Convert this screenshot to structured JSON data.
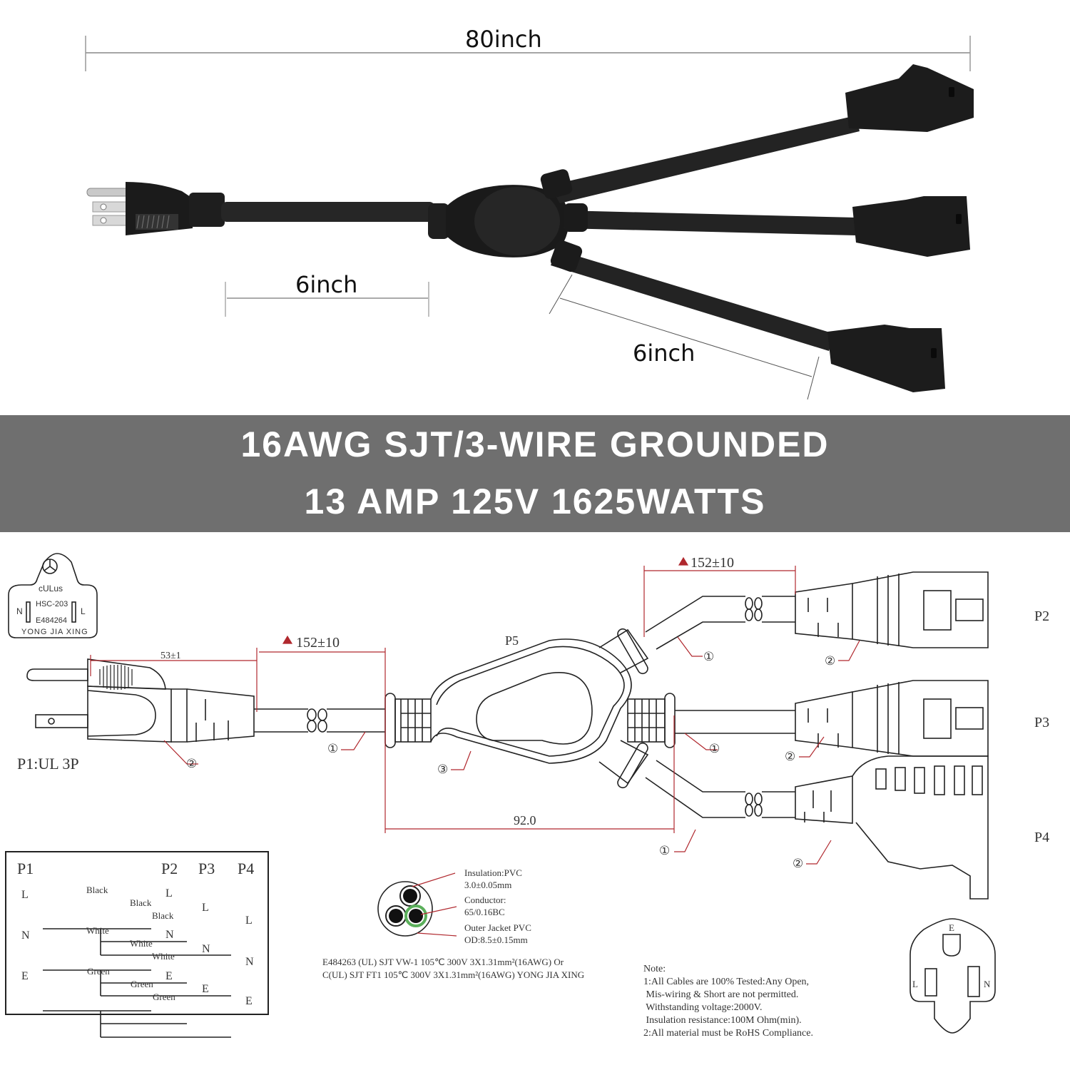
{
  "photo": {
    "total_length": "80inch",
    "plug_lead_length": "6inch",
    "branch_length": "6inch"
  },
  "banner": {
    "line1": "16AWG SJT/3-WIRE GROUNDED",
    "line2": "13 AMP 125V 1625WATTS",
    "background": "#6f6f6f",
    "text_color": "#ffffff"
  },
  "drawing": {
    "ul_label": {
      "cert": "cULus",
      "model": "HSC-203",
      "file_no": "E484264",
      "left_pin": "N",
      "right_pin": "L",
      "maker": "YONG JIA XING"
    },
    "plug_label": "P1:UL 3P",
    "plug_length": "53±1",
    "lead_length": "152±10",
    "branch_length": "152±10",
    "splitter_label": "P5",
    "splitter_length": "92.0",
    "outputs": [
      "P2",
      "P3",
      "P4"
    ],
    "callouts": [
      "①",
      "②",
      "③"
    ],
    "accent_color": "#b0282e"
  },
  "wiring_table": {
    "headers": [
      "P1",
      "P2",
      "P3",
      "P4"
    ],
    "groups": [
      {
        "pin": "L",
        "color": "Black",
        "targets": [
          "L",
          "L",
          "L"
        ]
      },
      {
        "pin": "N",
        "color": "White",
        "targets": [
          "N",
          "N",
          "N"
        ]
      },
      {
        "pin": "E",
        "color": "Green",
        "targets": [
          "E",
          "E",
          "E"
        ]
      }
    ]
  },
  "cable_section": {
    "insulation": "Insulation:PVC",
    "insulation_thk": "3.0±0.05mm",
    "conductor": "Conductor:",
    "conductor_spec": "65/0.16BC",
    "jacket": "Outer Jacket PVC",
    "jacket_od": "OD:8.5±0.15mm",
    "spec_line1": "E484263 (UL) SJT VW-1 105℃ 300V 3X1.31mm²(16AWG) Or",
    "spec_line2": "C(UL) SJT FT1 105℃ 300V 3X1.31mm²(16AWG) YONG JIA XING"
  },
  "notes": {
    "title": "Note:",
    "lines": [
      "1:All Cables are 100% Tested:Any Open,",
      " Mis-wiring & Short are not permitted.",
      " Withstanding voltage:2000V.",
      " Insulation resistance:100M Ohm(min).",
      "2:All material must be RoHS Compliance."
    ]
  },
  "outlet_face": {
    "top": "E",
    "left": "L",
    "right": "N"
  }
}
